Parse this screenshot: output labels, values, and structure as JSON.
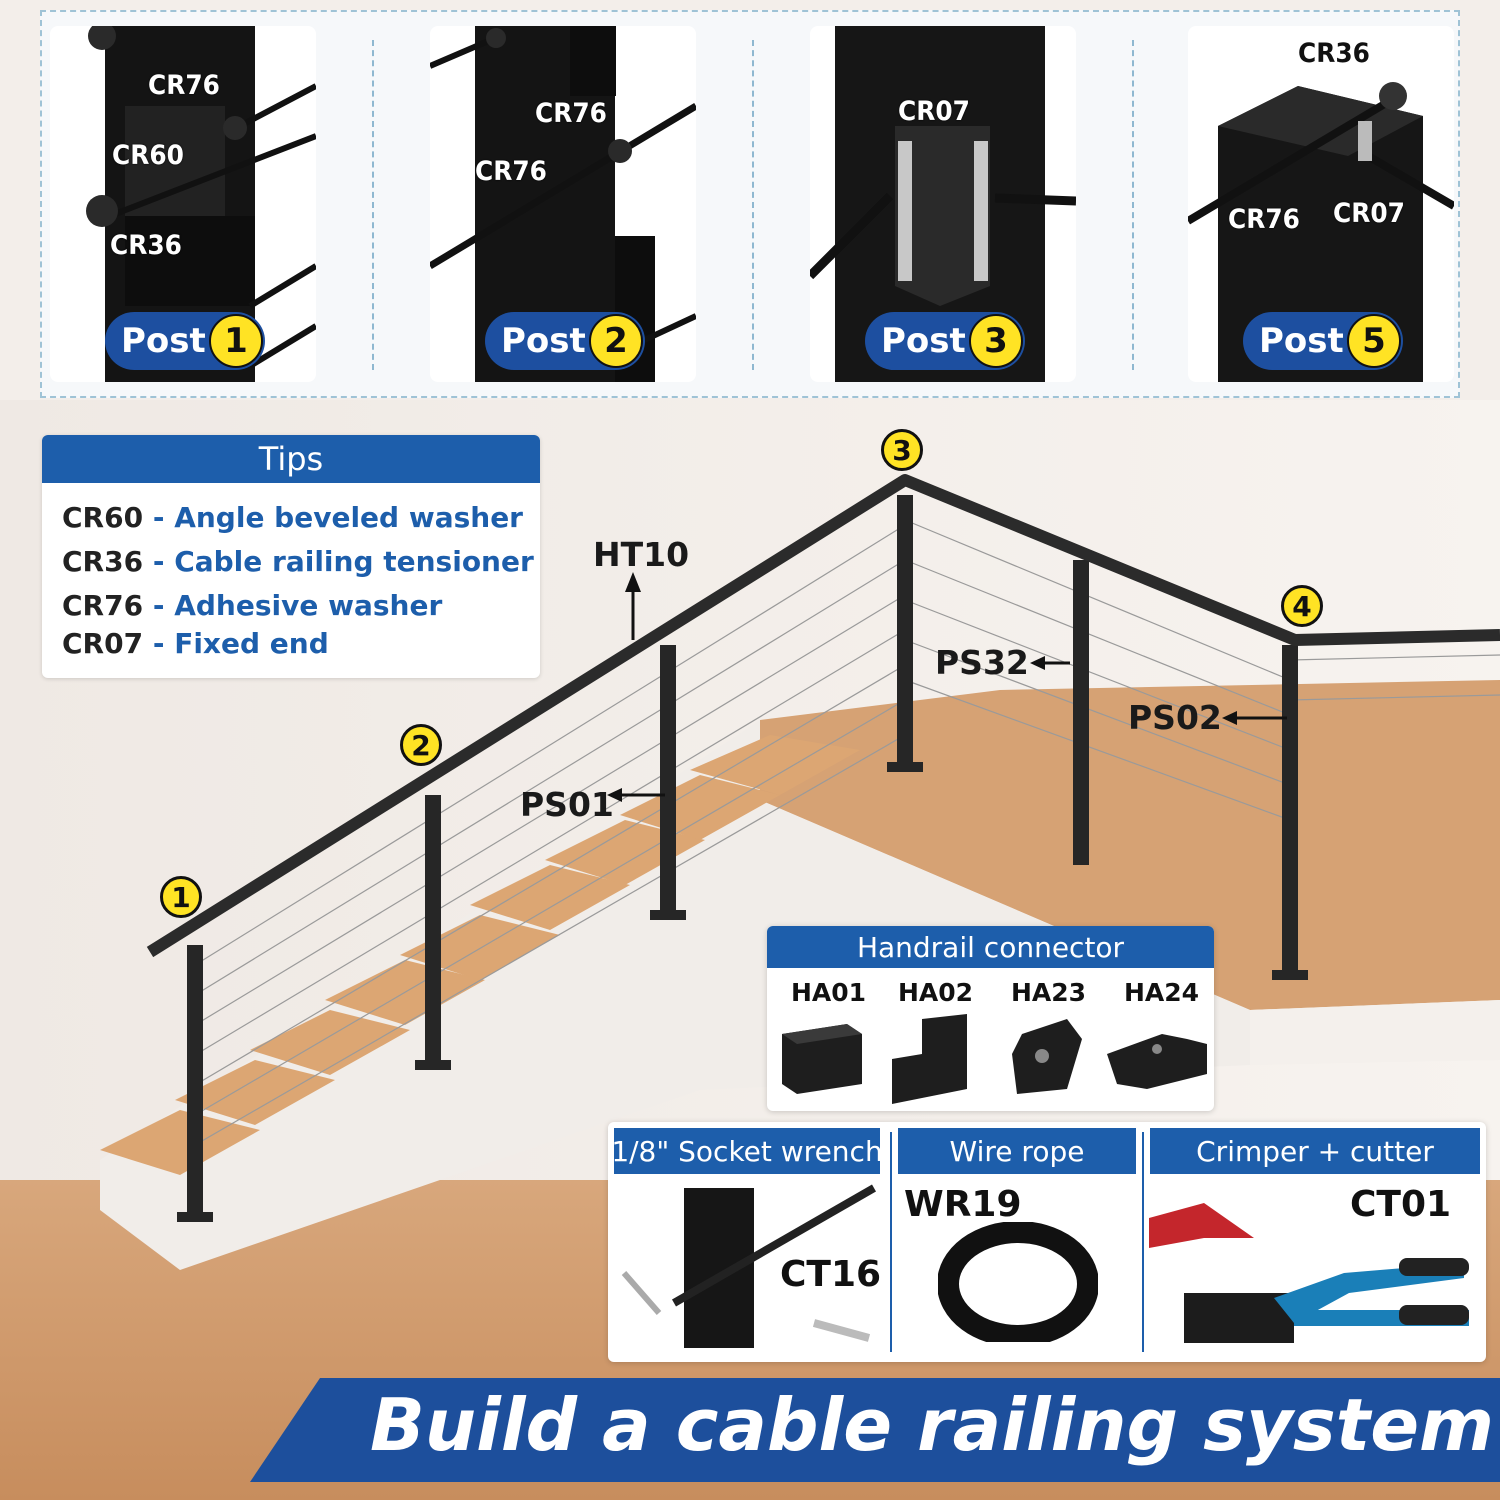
{
  "posts": [
    {
      "word": "Post",
      "number": "1",
      "parts": [
        "CR76",
        "CR60",
        "CR36"
      ]
    },
    {
      "word": "Post",
      "number": "2",
      "parts": [
        "CR76",
        "CR76"
      ]
    },
    {
      "word": "Post",
      "number": "3",
      "parts": [
        "CR07"
      ]
    },
    {
      "word": "Post",
      "number": "5",
      "parts": [
        "CR36",
        "CR76",
        "CR07"
      ]
    }
  ],
  "tips": {
    "title": "Tips",
    "items": [
      {
        "code": "CR60",
        "desc": "- Angle beveled washer"
      },
      {
        "code": "CR36",
        "desc": "- Cable railing tensioner"
      },
      {
        "code": "CR76",
        "desc": "- Adhesive washer"
      },
      {
        "code": "CR07",
        "desc": "- Fixed end"
      }
    ]
  },
  "callouts": {
    "ht10": "HT10",
    "ps32": "PS32",
    "ps02": "PS02",
    "ps01": "PS01"
  },
  "badges": [
    "1",
    "2",
    "3",
    "4"
  ],
  "handrail_connector": {
    "title": "Handrail connector",
    "items": [
      "HA01",
      "HA02",
      "HA23",
      "HA24"
    ]
  },
  "tools": [
    {
      "title": "1/8\" Socket wrench",
      "code": "CT16"
    },
    {
      "title": "Wire rope",
      "code": "WR19"
    },
    {
      "title": "Crimper + cutter",
      "code": "CT01"
    }
  ],
  "banner": "Build a cable railing system",
  "colors": {
    "accent_blue": "#1d5eab",
    "badge_yellow": "#ffe324",
    "post_black": "#1b1b1b",
    "wood": "#d9a36f"
  }
}
